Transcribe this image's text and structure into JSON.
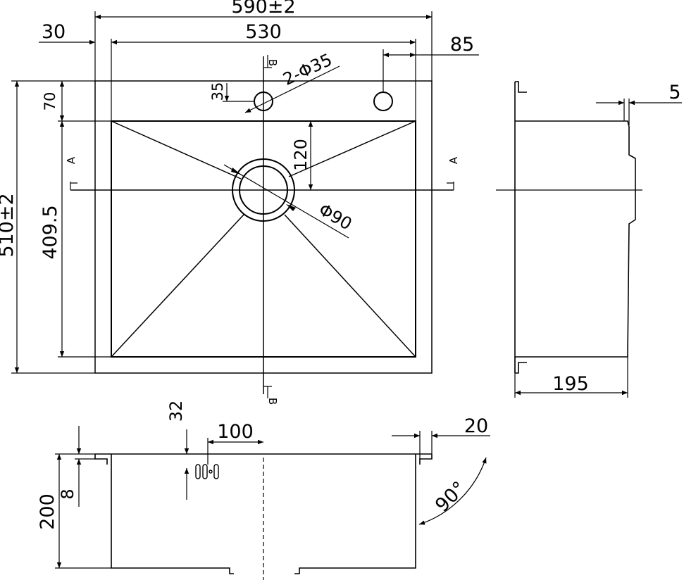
{
  "drawing": {
    "top_view": {
      "width_overall": "590±2",
      "width_inner": "530",
      "left_offset": "30",
      "tap_hole_offset": "85",
      "tap_holes": "2-Φ35",
      "tap_hole_center": "35",
      "rim_depth": "70",
      "depth_overall": "510±2",
      "depth_inner": "409.5",
      "drain_offset": "120",
      "drain_diameter": "Φ90",
      "section_mark_b": "B",
      "section_mark_a": "A"
    },
    "side_view": {
      "rim_thickness": "5",
      "bowl_depth": "195"
    },
    "section_view": {
      "overflow_height": "32",
      "overflow_offset": "100",
      "rim_edge": "20",
      "corner_angle": "90°",
      "flange_height": "8",
      "total_height": "200"
    }
  }
}
